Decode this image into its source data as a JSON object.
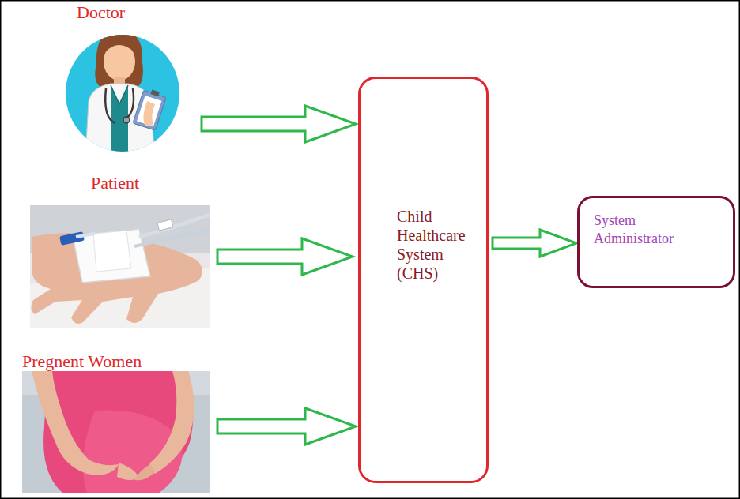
{
  "diagram": {
    "nodes": [
      {
        "text": [
          "Doctor"
        ]
      },
      {
        "text": [
          "Patient"
        ]
      },
      {
        "text": [
          "Pregnent Women"
        ]
      },
      {
        "text": [
          "Child Healthcare System (CHS)"
        ]
      },
      {
        "text": [
          "System Administrator"
        ]
      }
    ],
    "edges": [
      {
        "from": 0,
        "to": 3,
        "arrow": "to"
      },
      {
        "from": 1,
        "to": 3,
        "arrow": "to"
      },
      {
        "from": 2,
        "to": 3,
        "arrow": "to"
      },
      {
        "from": 3,
        "to": 4,
        "arrow": "to"
      }
    ]
  }
}
